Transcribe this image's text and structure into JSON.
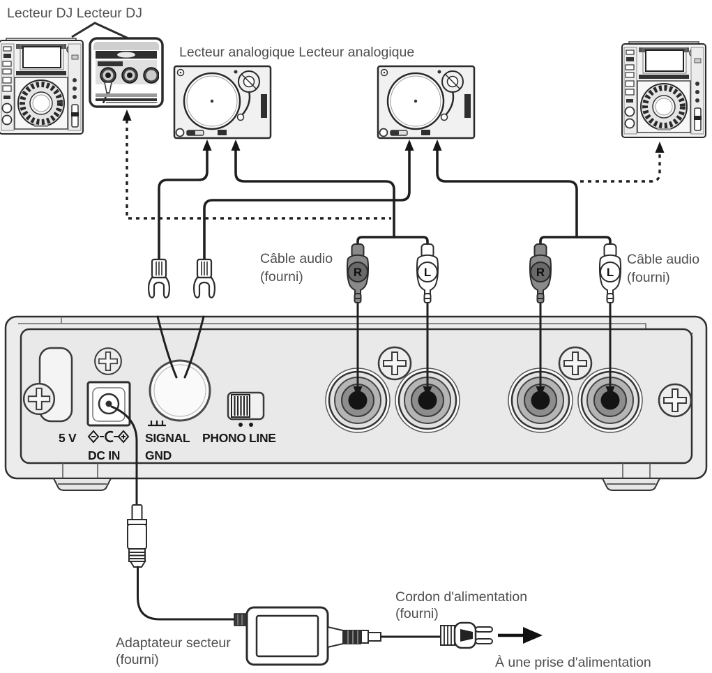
{
  "diagram": {
    "top_labels": {
      "dj_players": "Lecteur DJ Lecteur DJ",
      "analog_players": "Lecteur analogique Lecteur analogique"
    },
    "cable_labels": {
      "audio_cable_line1": "Câble audio",
      "audio_cable_line2": "(fourni)"
    },
    "rca_plug_labels": {
      "right": "R",
      "left": "L"
    },
    "rear_panel": {
      "dc_voltage": "5 V",
      "dc_in": "DC IN",
      "signal": "SIGNAL",
      "gnd": "GND",
      "phono": "PHONO",
      "line": "LINE"
    },
    "bottom_labels": {
      "ac_adapter_line1": "Adaptateur secteur",
      "ac_adapter_line2": "(fourni)",
      "power_cord_line1": "Cordon d'alimentation",
      "power_cord_line2": "(fourni)",
      "outlet": "À une prise d'alimentation"
    },
    "colors": {
      "line": "#1f1f1f",
      "label_text": "#4f4f4f",
      "panel_text": "#181818",
      "device_fill": "#efefef",
      "panel_fill": "#e9e9e9",
      "rca_right_fill": "#8a8a8a",
      "rca_left_fill": "#ffffff"
    }
  }
}
